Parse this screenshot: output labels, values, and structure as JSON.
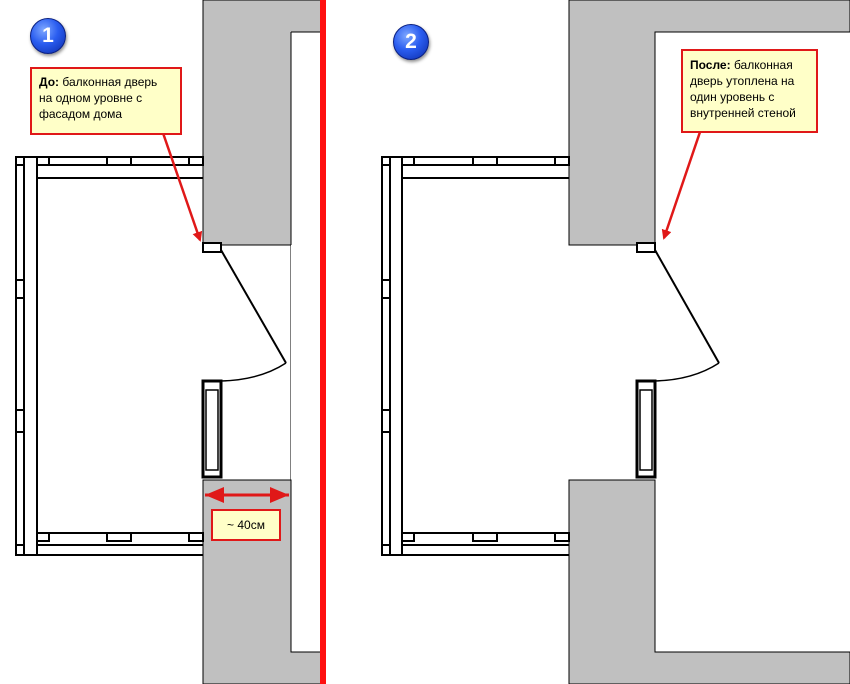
{
  "panels": [
    {
      "badge": "1",
      "callout_title": "До:",
      "callout_body": " балконная дверь на одном уровне с фасадом дома"
    },
    {
      "badge": "2",
      "callout_title": "После:",
      "callout_body": " балконная дверь утоплена на один уровень с внутренней стеной"
    }
  ],
  "dimension_label": "~ 40см",
  "colors": {
    "wall": "#c0c0c0",
    "divider": "#ff1010",
    "callout_border": "#e01818",
    "callout_bg": "#ffffc8",
    "badge": "#2a5df0"
  }
}
